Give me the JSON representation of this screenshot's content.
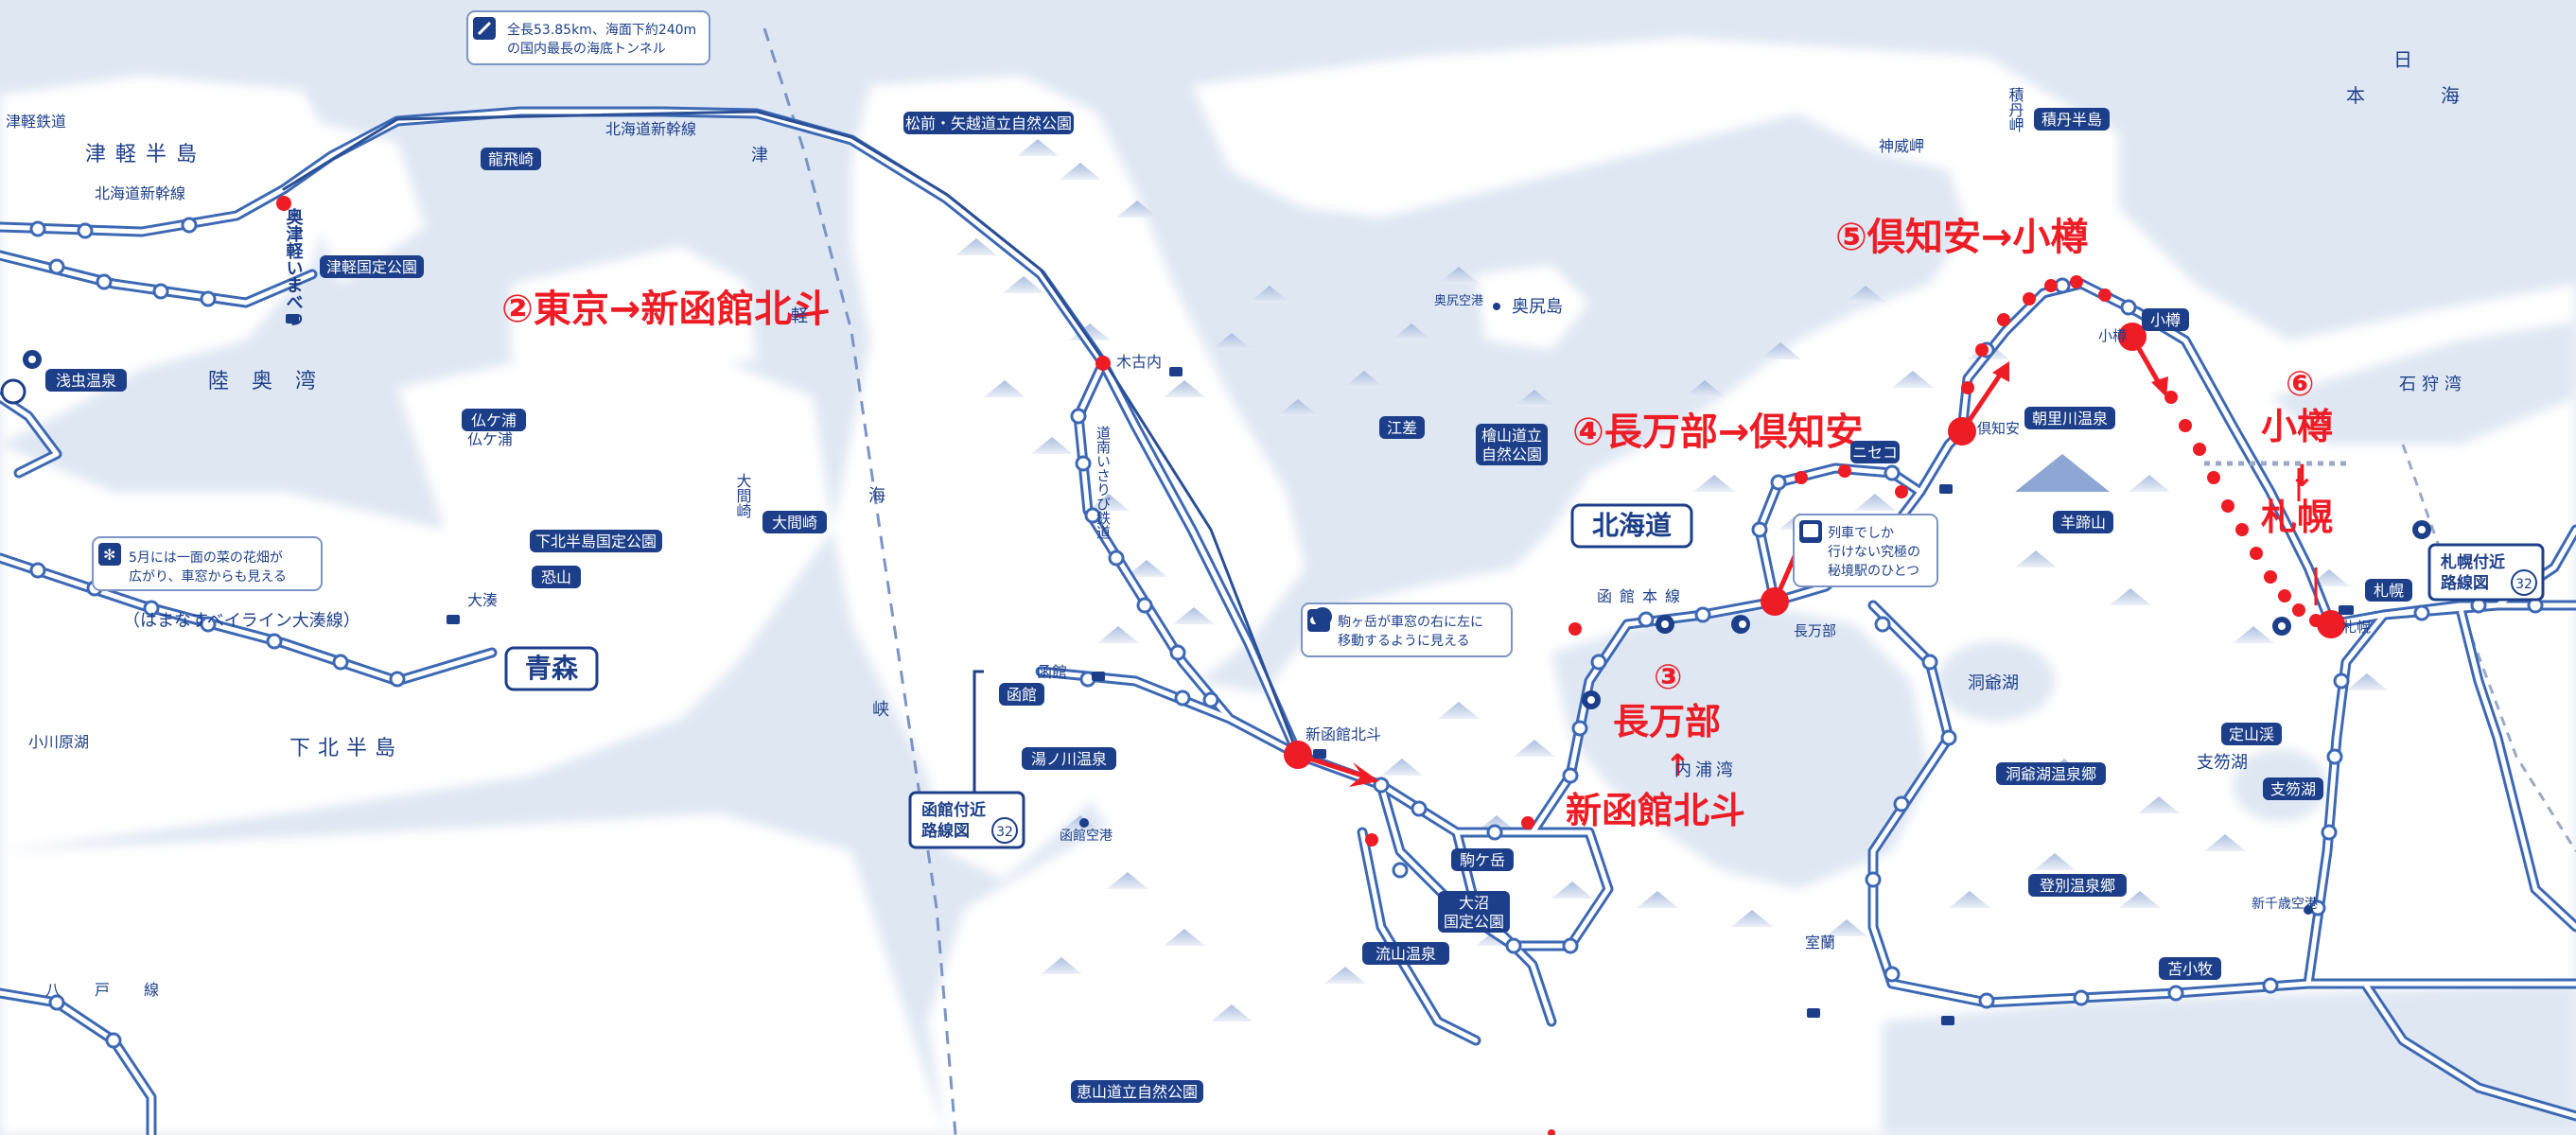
{
  "routes": [
    {
      "label": "②東京→新函館北斗"
    },
    {
      "label": "③"
    },
    {
      "label": "長万部"
    },
    {
      "label": "↑"
    },
    {
      "label": "新函館北斗"
    },
    {
      "label": "④長万部→倶知安"
    },
    {
      "label": "⑤倶知安→小樽"
    },
    {
      "label": "⑥"
    },
    {
      "label": "小樽"
    },
    {
      "label": "↓"
    },
    {
      "label": "札幌"
    }
  ],
  "badges": [
    {
      "text": "北海道"
    },
    {
      "text": "青森"
    },
    {
      "text": "松前・矢越道立自然公園"
    },
    {
      "text": "津軽国定公園"
    },
    {
      "text": "浅虫温泉"
    },
    {
      "text": "仏ケ浦"
    },
    {
      "text": "大間崎"
    },
    {
      "text": "下北半島国定公園"
    },
    {
      "text": "恐山"
    },
    {
      "text": "函館"
    },
    {
      "text": "湯ノ川温泉"
    },
    {
      "text": "駒ケ岳"
    },
    {
      "text": "大沼"
    },
    {
      "text": "国定公園"
    },
    {
      "text": "江差"
    },
    {
      "text": "檜山道立"
    },
    {
      "text": "自然公園"
    },
    {
      "text": "ニセコ"
    },
    {
      "text": "羊蹄山"
    },
    {
      "text": "朝里川温泉"
    },
    {
      "text": "積丹半島"
    },
    {
      "text": "小樽"
    },
    {
      "text": "札幌"
    },
    {
      "text": "定山渓"
    },
    {
      "text": "支笏湖"
    },
    {
      "text": "洞爺湖温泉郷"
    },
    {
      "text": "登別温泉郷"
    },
    {
      "text": "苫小牧"
    },
    {
      "text": "恵山道立自然公園"
    },
    {
      "text": "龍飛崎"
    },
    {
      "text": "流山温泉"
    }
  ],
  "labels": [
    {
      "text": "津軽鉄道"
    },
    {
      "text": "津軽半島"
    },
    {
      "text": "北海道新幹線"
    },
    {
      "text": "陸奥湾"
    },
    {
      "text": "下北半島"
    },
    {
      "text": "小川原湖"
    },
    {
      "text": "津"
    },
    {
      "text": "軽"
    },
    {
      "text": "海"
    },
    {
      "text": "峡"
    },
    {
      "text": "大間崎"
    },
    {
      "text": "奥尻島"
    },
    {
      "text": "奥尻空港"
    },
    {
      "text": "神威岬"
    },
    {
      "text": "積丹岬"
    },
    {
      "text": "日"
    },
    {
      "text": "本"
    },
    {
      "text": "海"
    },
    {
      "text": "石狩湾"
    },
    {
      "text": "内浦湾"
    },
    {
      "text": "洞爺湖"
    },
    {
      "text": "支笏湖"
    },
    {
      "text": "函館空港"
    },
    {
      "text": "新千歳空港"
    },
    {
      "text": "仏ケ浦"
    },
    {
      "text": "北海道新幹線"
    },
    {
      "text": "八戸線"
    },
    {
      "text": "函館本線"
    },
    {
      "text": "（はまなすベイライン大湊線）"
    },
    {
      "text": "道南いさりび鉄道"
    },
    {
      "text": "奥津軽いまべつ"
    },
    {
      "text": "木古内"
    },
    {
      "text": "新函館北斗"
    },
    {
      "text": "長万部"
    },
    {
      "text": "倶知安"
    },
    {
      "text": "小樽"
    },
    {
      "text": "札幌"
    },
    {
      "text": "室蘭"
    },
    {
      "text": "大湊"
    },
    {
      "text": "函館"
    }
  ],
  "callouts": [
    {
      "lines": [
        "全長53.85km、海面下約240m",
        "の国内最長の海底トンネル"
      ]
    },
    {
      "lines": [
        "5月には一面の菜の花畑が",
        "広がり、車窓からも見える"
      ]
    },
    {
      "lines": [
        "駒ヶ岳が車窓の右に左に",
        "移動するように見える"
      ]
    },
    {
      "lines": [
        "列車でしか",
        "行けない究極の",
        "秘境駅のひとつ"
      ]
    }
  ],
  "inset_refs": [
    {
      "lines": [
        "函館付近",
        "路線図"
      ],
      "num": "32"
    },
    {
      "lines": [
        "札幌付近",
        "路線図"
      ],
      "num": "32"
    }
  ],
  "colors": {
    "rail": "#3d68b4",
    "rail_fill": "#ffffff",
    "red": "#ee1c25",
    "navy": "#1d3f8a",
    "sea": "#dfe7f3",
    "land": "#ffffff",
    "mountain": "#b9c8e3"
  }
}
